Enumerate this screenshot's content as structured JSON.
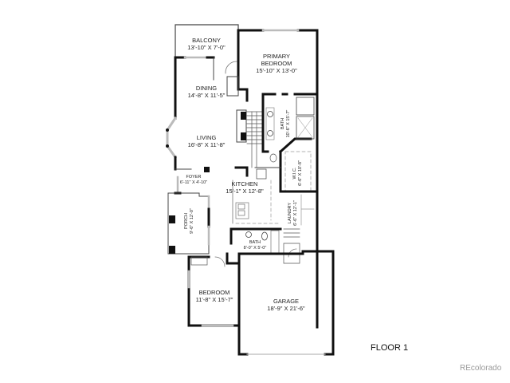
{
  "floor_label": "FLOOR 1",
  "watermark": "REcolorado",
  "rooms": {
    "balcony": {
      "name": "BALCONY",
      "dims": "13'-10\" X 7'-0\""
    },
    "primary_bedroom": {
      "name": "PRIMARY\nBEDROOM",
      "name_line1": "PRIMARY",
      "name_line2": "BEDROOM",
      "dims": "15'-10\" X 13'-0\""
    },
    "dining": {
      "name": "DINING",
      "dims": "14'-8\" X 11'-5\""
    },
    "living": {
      "name": "LIVING",
      "dims": "16'-8\" X 11'-8\""
    },
    "primary_bath": {
      "name": "BATH",
      "dims": "10'-6\" X 15'-7\""
    },
    "wic": {
      "name": "W.I.C.",
      "dims": "6'-6\" X 10'-8\""
    },
    "foyer": {
      "name": "FOYER",
      "dims": "6'-11\" X 4'-10\""
    },
    "kitchen": {
      "name": "KITCHEN",
      "dims": "15'-1\" X 12'-8\""
    },
    "porch": {
      "name": "PORCH",
      "dims": "9'-6\" X 12'-0\""
    },
    "laundry": {
      "name": "LAUNDRY",
      "dims": "6'-6\" X 12'-1\""
    },
    "bath": {
      "name": "BATH",
      "dims": "8'-0\" X 5'-0\""
    },
    "bedroom": {
      "name": "BEDROOM",
      "dims": "11'-8\" X 15'-7\""
    },
    "garage": {
      "name": "GARAGE",
      "dims": "18'-9\" X 21'-6\""
    }
  }
}
